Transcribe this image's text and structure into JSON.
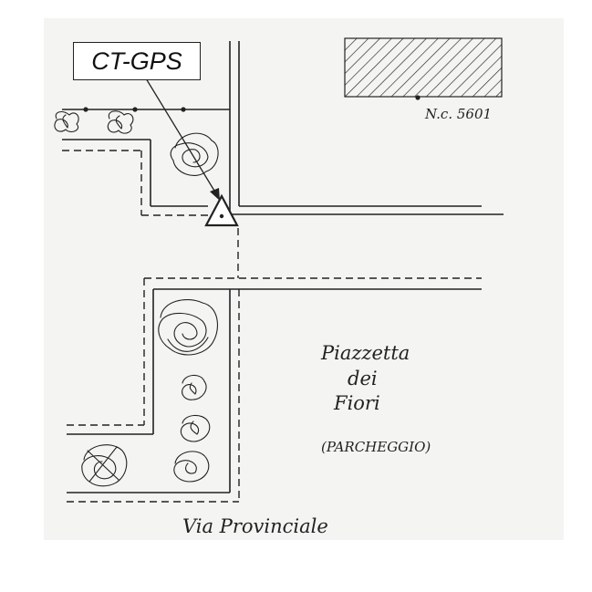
{
  "map": {
    "gps_label": "CT-GPS",
    "building_label": "N.c. 5601",
    "square_line1": "Piazzetta",
    "square_line2": "dei",
    "square_line3": "Fiori",
    "square_note": "(PARCHEGGIO)",
    "street_label": "Via Provinciale"
  },
  "colors": {
    "ink": "#222222",
    "paper": "#f4f4f2"
  }
}
